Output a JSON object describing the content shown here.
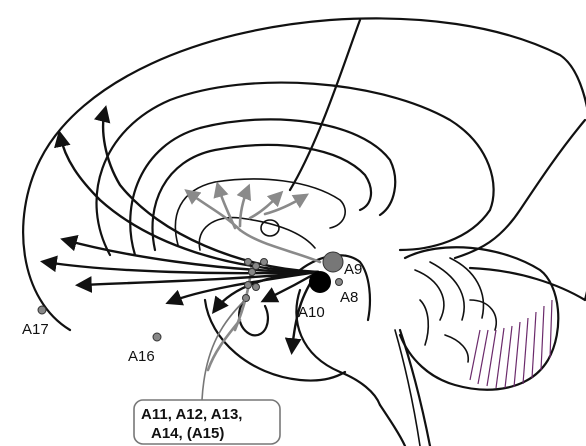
{
  "labels": {
    "a9": "A9",
    "a8": "A8",
    "a10": "A10",
    "a16": "A16",
    "a17": "A17",
    "callout_line1": "A11, A12, A13,",
    "callout_line2": "A14, (A15)"
  },
  "colors": {
    "outline": "#111111",
    "gray_pathway": "#8a8a8a",
    "a9_nucleus": "#777777",
    "a10_nucleus": "#000000",
    "cerebellum_hatching": "#6b2a6b"
  }
}
